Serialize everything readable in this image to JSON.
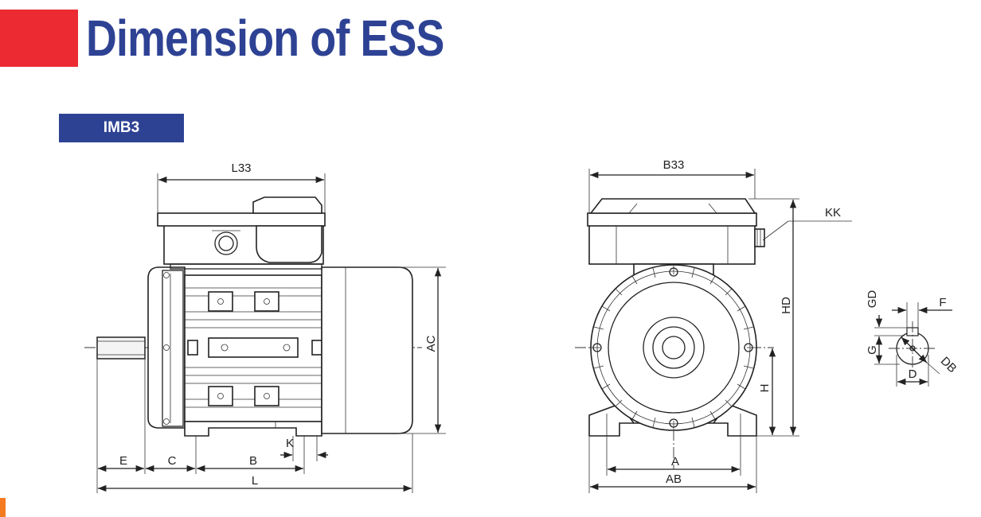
{
  "header": {
    "title": "Dimension of ESS",
    "title_color": "#2e4294",
    "accent_color": "#ec2a32",
    "orange_color": "#f47b20"
  },
  "mounting": {
    "badge": "IMB3",
    "badge_color": "#2e4294"
  },
  "dimension_labels": {
    "L33": "L33",
    "AC": "AC",
    "E": "E",
    "C": "C",
    "B": "B",
    "K": "K",
    "L": "L",
    "B33": "B33",
    "KK": "KK",
    "HD": "HD",
    "H": "H",
    "A": "A",
    "AB": "AB",
    "GD": "GD",
    "F": "F",
    "G": "G",
    "D": "D",
    "DB": "DB"
  }
}
